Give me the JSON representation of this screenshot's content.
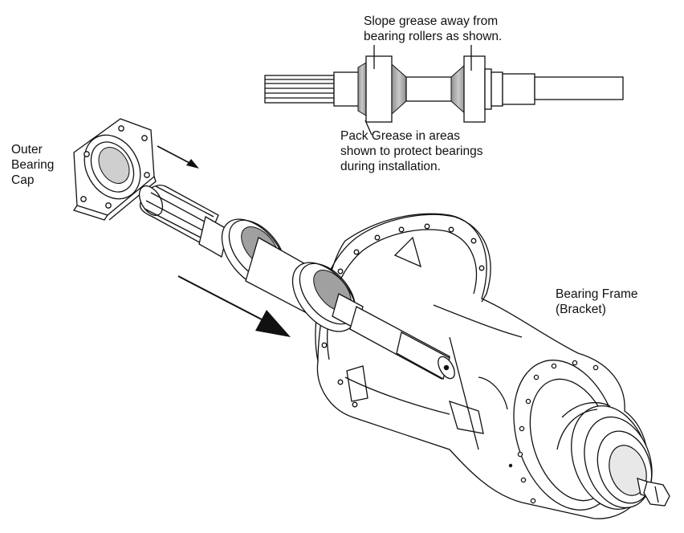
{
  "labels": {
    "outer_bearing_cap": [
      "Outer",
      "Bearing",
      "Cap"
    ],
    "slope_note": [
      "Slope grease away from",
      "bearing rollers as shown."
    ],
    "pack_note": [
      "Pack Grease in areas",
      "shown to protect bearings",
      "during installation."
    ],
    "bearing_frame": [
      "Bearing Frame",
      "(Bracket)"
    ]
  },
  "colors": {
    "line": "#111111",
    "grease": "#a9a9a9",
    "shaft_shade": "#d4d4d4",
    "shaft_highlight": "#f4f4f4",
    "background": "#ffffff"
  }
}
